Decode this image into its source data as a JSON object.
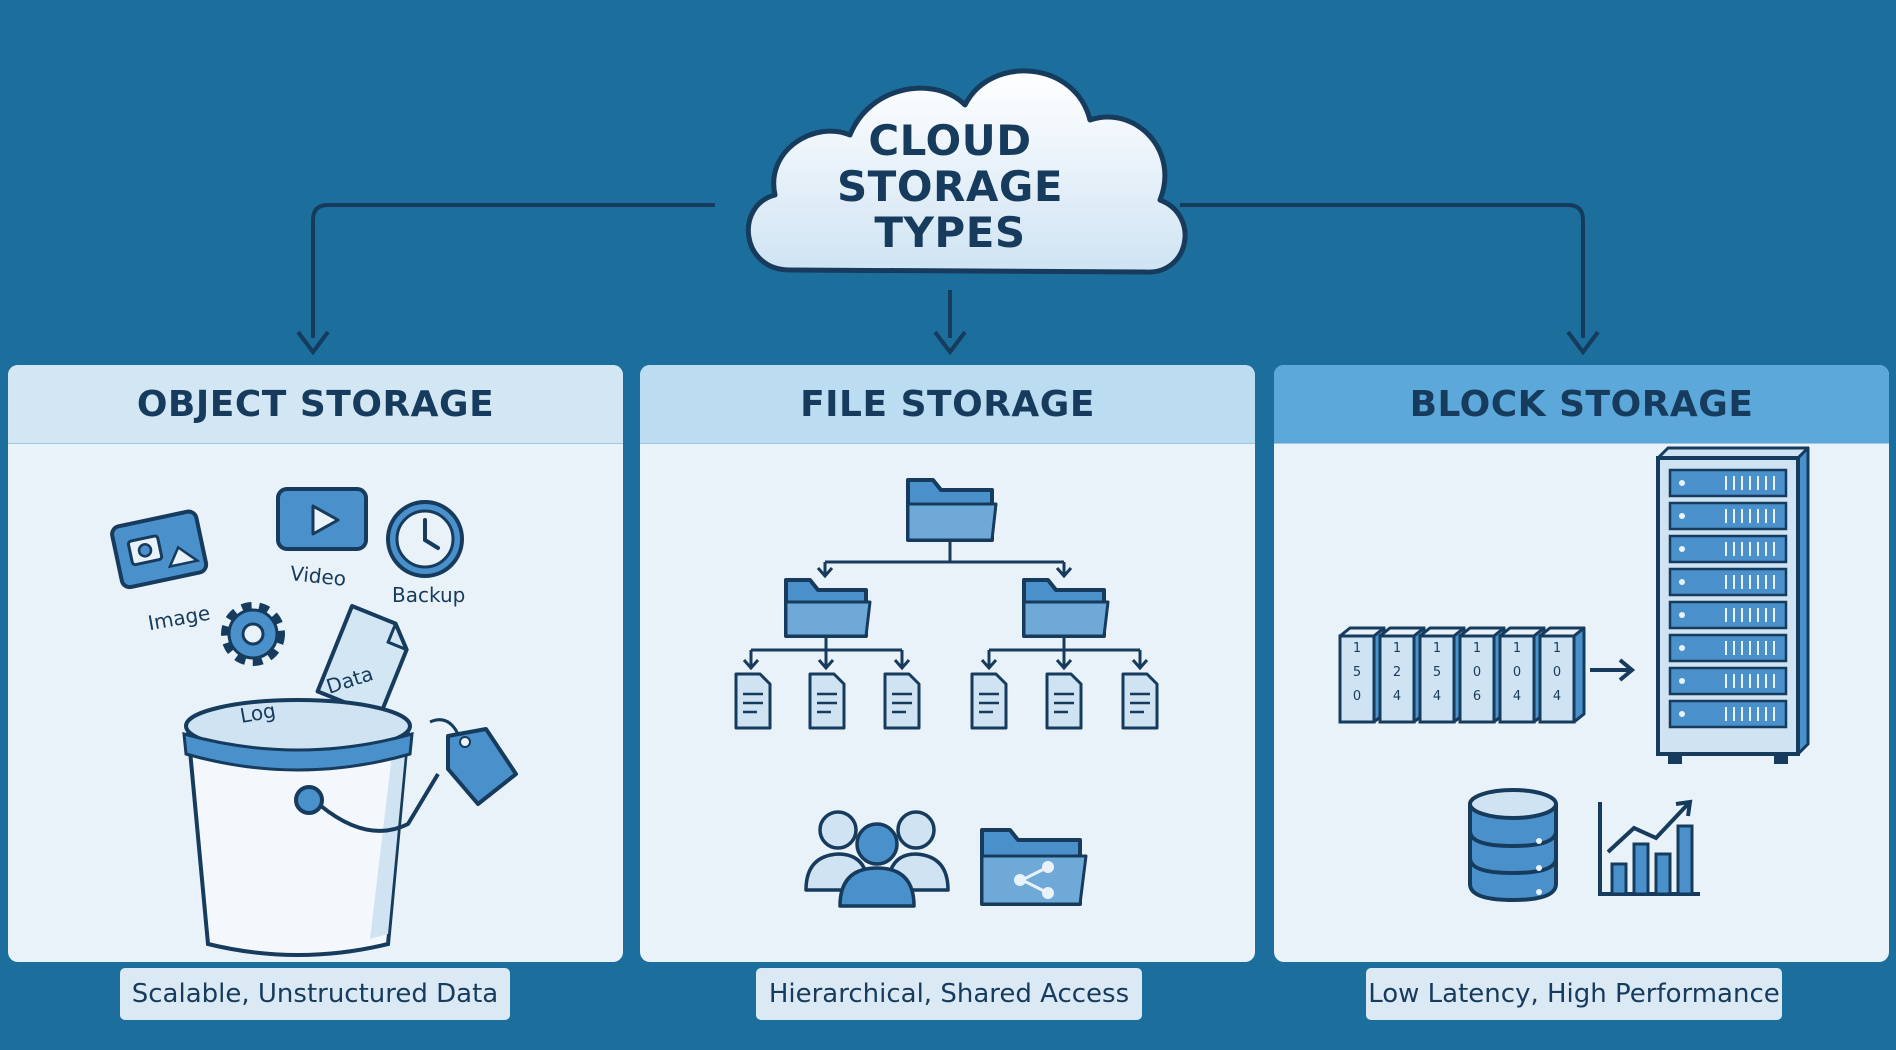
{
  "title_lines": [
    "CLOUD",
    "STORAGE",
    "TYPES"
  ],
  "panels": [
    {
      "heading": "OBJECT STORAGE",
      "caption": "Scalable, Unstructured Data",
      "labels": {
        "image": "Image",
        "video": "Video",
        "backup": "Backup",
        "log": "Log",
        "data": "Data"
      }
    },
    {
      "heading": "FILE STORAGE",
      "caption": "Hierarchical, Shared Access"
    },
    {
      "heading": "BLOCK STORAGE",
      "caption": "Low Latency, High Performance",
      "block_numbers": [
        "150",
        "124",
        "154",
        "106",
        "104",
        "104"
      ]
    }
  ],
  "colors": {
    "background": "#1c6f9c",
    "panel": "#e9f2f9",
    "object_header": "#d3e6f4",
    "file_header": "#bcdcf1",
    "block_header": "#5da8db",
    "icon_fill": "#4a90cb",
    "outline": "#163b5c"
  }
}
